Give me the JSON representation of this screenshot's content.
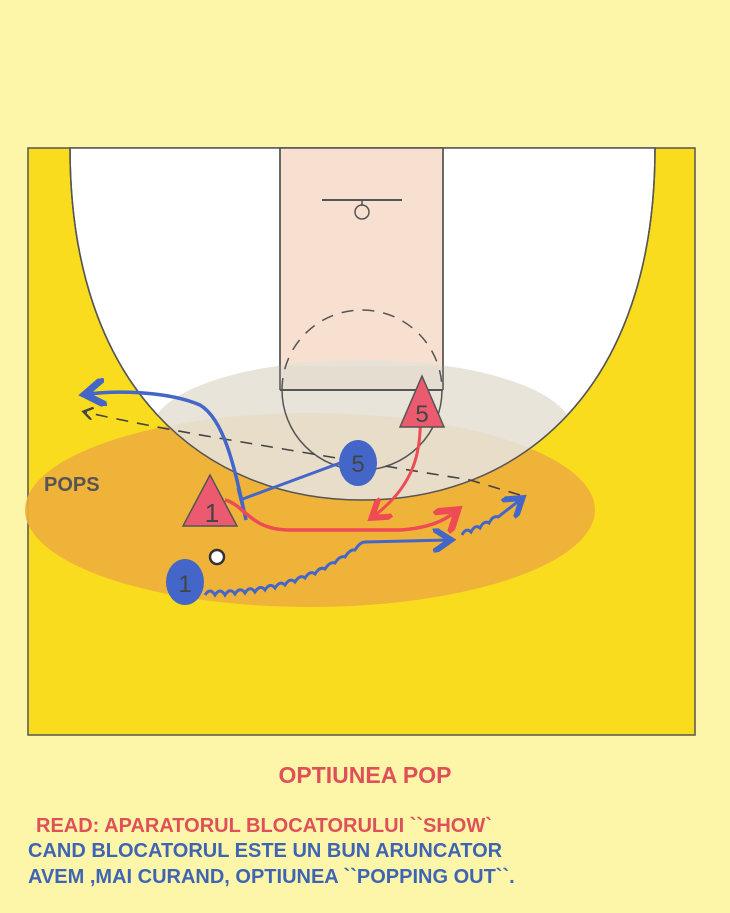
{
  "diagram": {
    "zone_label": "POPS",
    "players": {
      "offense_1": "1",
      "offense_5": "5",
      "defense_1": "1",
      "defense_5": "5"
    },
    "colors": {
      "court": "#f9dc1e",
      "zone": "#eeae3c",
      "offense": "#4366c8",
      "defense": "#ec5a70",
      "arrow_red": "#ee4b55"
    }
  },
  "text": {
    "title": "OPTIUNEA POP",
    "line1": "READ: APARATORUL BLOCATORULUI ``SHOW`",
    "line2": "CAND BLOCATORUL ESTE UN BUN ARUNCATOR",
    "line3": "AVEM ,MAI CURAND, OPTIUNEA ``POPPING OUT``."
  }
}
